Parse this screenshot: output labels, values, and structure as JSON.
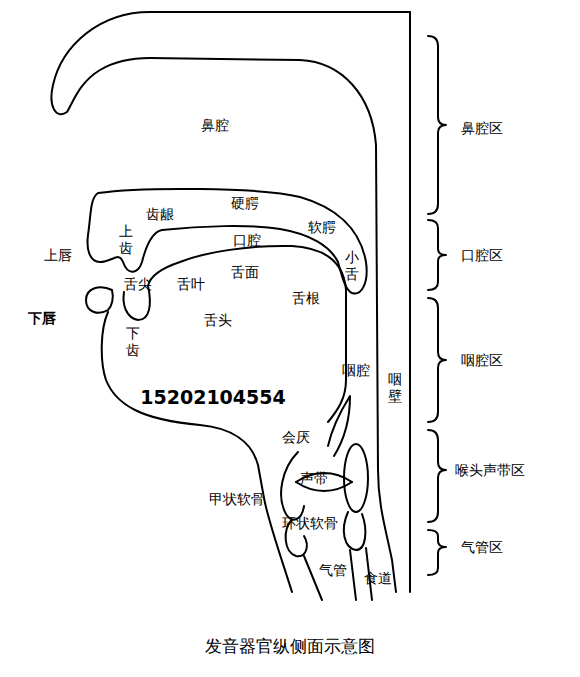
{
  "diagram": {
    "caption": "发音器官纵侧面示意图",
    "labels": [
      "鼻腔",
      "鼻腔区",
      "硬腭",
      "齿龈",
      "软腭",
      "上齿",
      "口腔",
      "小舌",
      "口腔区",
      "上唇",
      "舌面",
      "舌尖",
      "舌叶",
      "舌根",
      "下唇",
      "舌头",
      "下齿",
      "咽腔区",
      "咽腔",
      "咽壁",
      "15202104554",
      "会厌",
      "喉头声带区",
      "声带",
      "甲状软骨",
      "环状软骨",
      "气管区",
      "气管",
      "食道"
    ]
  }
}
